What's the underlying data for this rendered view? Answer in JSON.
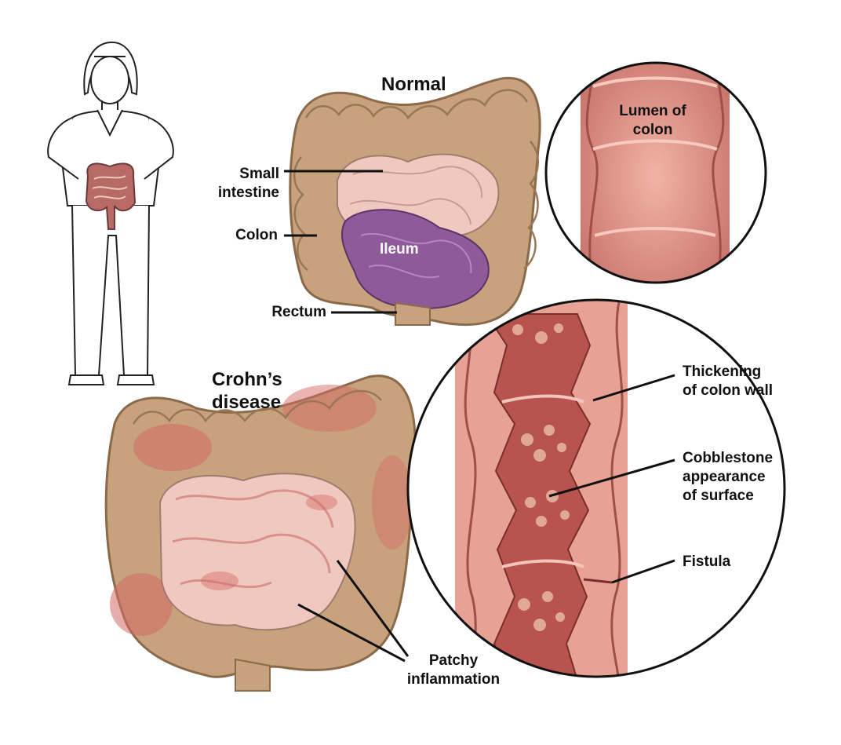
{
  "diagram": {
    "normal_section": {
      "title": "Normal",
      "labels": {
        "small_intestine": "Small\nintestine",
        "colon": "Colon",
        "ileum": "Ileum",
        "rectum": "Rectum"
      },
      "inset": {
        "lumen": "Lumen of\ncolon"
      }
    },
    "crohns_section": {
      "title": "Crohn’s\ndisease",
      "labels": {
        "patchy_inflammation": "Patchy\ninflammation"
      },
      "inset": {
        "thickening": "Thickening\nof colon wall",
        "cobblestone": "Cobblestone\nappearance\nof surface",
        "fistula": "Fistula"
      }
    },
    "colors": {
      "colon_wall": "#c8a27c",
      "colon_outline": "#8a6a4a",
      "small_intestine": "#efc9bf",
      "ileum": "#8e5a9a",
      "lumen_pink": "#d98a80",
      "inflamed": "#d46a66",
      "cobblestone_bed": "#b8534e",
      "label_text": "#111111"
    }
  }
}
